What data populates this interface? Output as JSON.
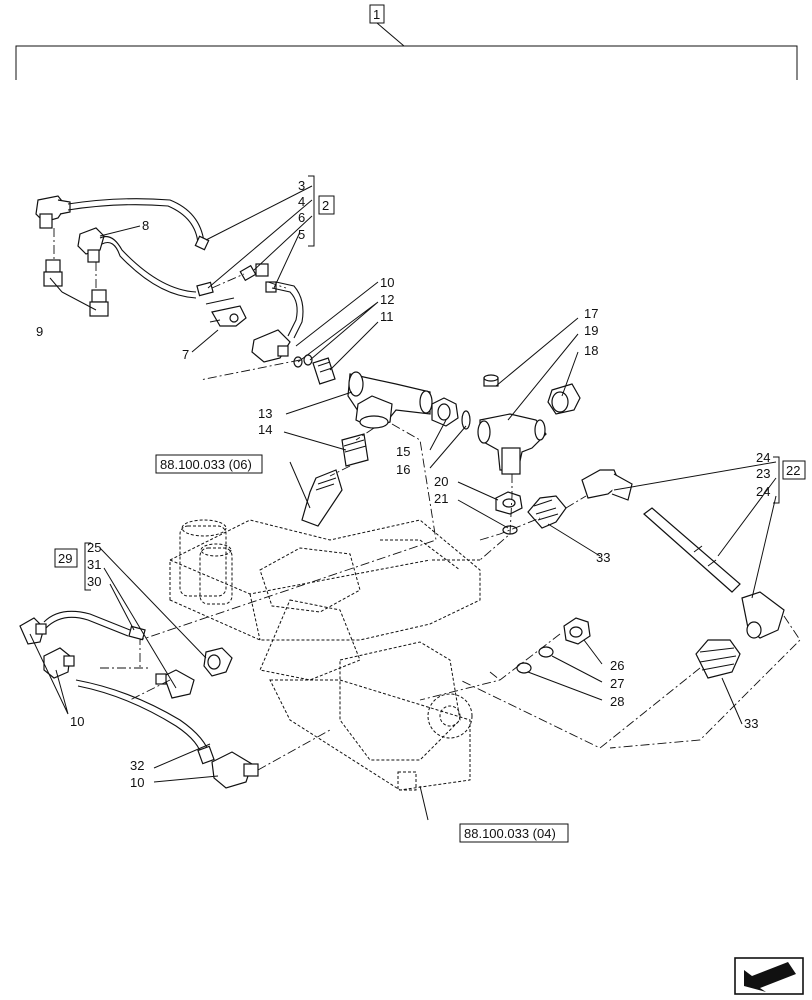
{
  "top_ref": "1",
  "group_refs": {
    "a": "2",
    "b": "22",
    "c": "29"
  },
  "labels": {
    "l3": "3",
    "l4": "4",
    "l6": "6",
    "l5": "5",
    "l8": "8",
    "l9": "9",
    "l7": "7",
    "l10a": "10",
    "l12": "12",
    "l11": "11",
    "l13": "13",
    "l14": "14",
    "l15": "15",
    "l16": "16",
    "l17": "17",
    "l19": "19",
    "l18": "18",
    "l20": "20",
    "l21": "21",
    "l33a": "33",
    "l24a": "24",
    "l23": "23",
    "l24b": "24",
    "l25": "25",
    "l31": "31",
    "l30": "30",
    "l26": "26",
    "l27": "27",
    "l28": "28",
    "l10b": "10",
    "l32": "32",
    "l10c": "10",
    "l33b": "33"
  },
  "refs": {
    "upper": "88.100.033 (06)",
    "lower": "88.100.033 (04)"
  },
  "icons": {
    "corner": "navigation-arrow-icon"
  }
}
